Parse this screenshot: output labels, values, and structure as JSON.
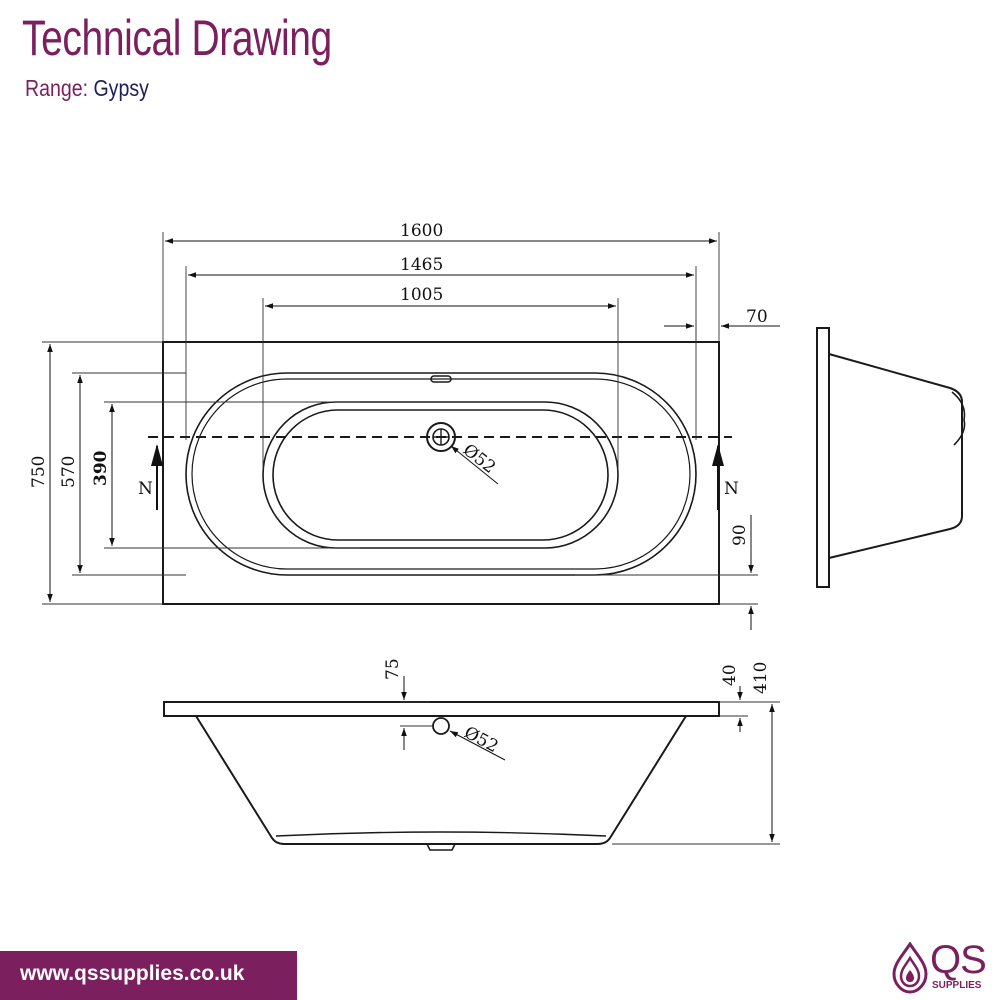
{
  "header": {
    "title": "Technical Drawing",
    "range_label": "Range:",
    "range_value": "Gypsy"
  },
  "plan": {
    "overall_length": "1600",
    "top_rim_length": "1465",
    "base_length": "1005",
    "rim_width": "70",
    "overall_width": "750",
    "top_width": "570",
    "base_width": "390",
    "end_offset": "90",
    "waste_diameter": "Ø52",
    "section_marker_left": "N",
    "section_marker_right": "N"
  },
  "elevation": {
    "overflow_height": "75",
    "rim_height": "40",
    "total_height": "410",
    "overflow_diameter": "Ø52"
  },
  "footer": {
    "website": "www.qssupplies.co.uk",
    "logo_text": "QS",
    "logo_subtext": "SUPPLIES"
  },
  "colors": {
    "brand": "#7b1f5e",
    "range_value": "#1e1e5a",
    "line": "#1a1a1a"
  }
}
